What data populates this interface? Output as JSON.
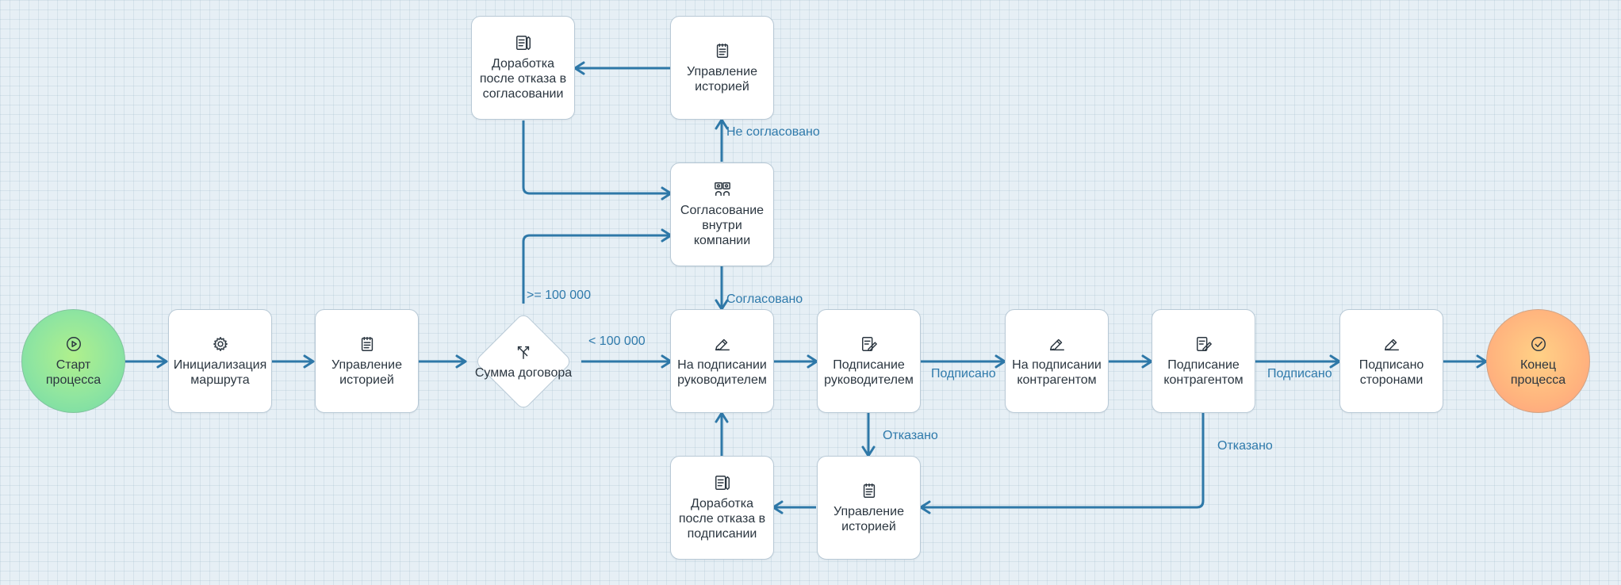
{
  "nodes": {
    "start": {
      "label": "Старт процесса",
      "icon": "play-icon"
    },
    "init_route": {
      "label": "Инициализация маршрута",
      "icon": "gear-icon"
    },
    "history_1": {
      "label": "Управление историей",
      "icon": "clipboard-icon"
    },
    "amount_decision": {
      "label": "Сумма договора",
      "icon": "branch-icon"
    },
    "internal_approval": {
      "label": "Согласование внутри компании",
      "icon": "group-icon"
    },
    "history_top": {
      "label": "Управление историей",
      "icon": "clipboard-icon"
    },
    "rework_approval": {
      "label": "Доработка после отказа в согласовании",
      "icon": "document-pencil-icon"
    },
    "to_manager_sign": {
      "label": "На подписании руководителем",
      "icon": "signature-icon"
    },
    "manager_signing": {
      "label": "Подписание руководителем",
      "icon": "document-pen-icon"
    },
    "to_counterparty_sign": {
      "label": "На подписании контрагентом",
      "icon": "signature-icon"
    },
    "counterparty_signing": {
      "label": "Подписание контрагентом",
      "icon": "document-pen-icon"
    },
    "signed_by_parties": {
      "label": "Подписано сторонами",
      "icon": "signature-icon"
    },
    "end": {
      "label": "Конец процесса",
      "icon": "check-circle-icon"
    },
    "history_bottom": {
      "label": "Управление историей",
      "icon": "clipboard-icon"
    },
    "rework_signing": {
      "label": "Доработка после отказа в подписании",
      "icon": "document-pencil-icon"
    }
  },
  "edge_labels": {
    "ge_100000": ">= 100 000",
    "lt_100000": "< 100 000",
    "not_approved": "Не согласовано",
    "approved": "Согласовано",
    "signed_1": "Подписано",
    "signed_2": "Подписано",
    "refused_1": "Отказано",
    "refused_2": "Отказано"
  },
  "colors": {
    "edge": "#2e78a8",
    "edge_label": "#2f7aab",
    "start_fill": "#8fe5a0",
    "end_fill": "#ffb47e"
  }
}
